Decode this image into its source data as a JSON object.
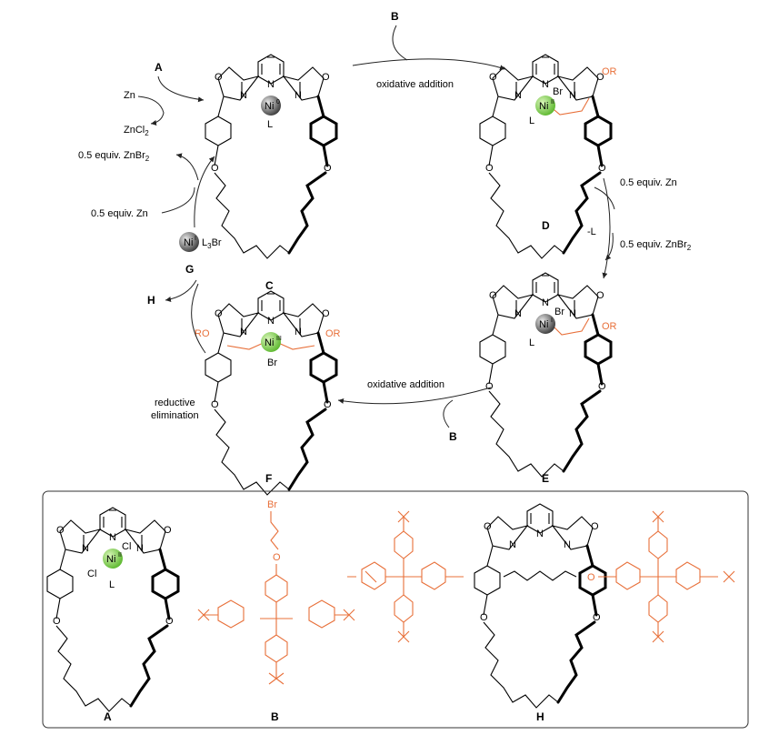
{
  "colors": {
    "accent_orange": "#e8703a",
    "ni_green": "#7ac943",
    "ni_grey": "#555555",
    "frame": "#333333"
  },
  "compounds": {
    "A": "A",
    "B": "B",
    "C": "C",
    "D": "D",
    "E": "E",
    "F": "F",
    "G": "G",
    "H": "H"
  },
  "reagents": {
    "zn": "Zn",
    "zncl2": "ZnCl",
    "zncl2_sub": "2",
    "half_znbr2": "0.5 equiv. ZnBr",
    "znbr2_sub": "2",
    "half_zn": "0.5 equiv. Zn",
    "minus_l": "-L",
    "ni_l3br_a": "L",
    "ni_l3br_sub": "3",
    "ni_l3br_b": "Br"
  },
  "steps": {
    "oxidative_addition_1": "oxidative addition",
    "oxidative_addition_2": "oxidative addition",
    "reductive_1": "reductive",
    "reductive_2": "elimination"
  },
  "atoms": {
    "N": "N",
    "O": "O",
    "L": "L",
    "Cl": "Cl",
    "Br": "Br",
    "OR": "OR",
    "RO": "RO",
    "Ni": "Ni",
    "ox0": "0",
    "ox1": "I",
    "ox2": "II",
    "ox3": "III"
  }
}
